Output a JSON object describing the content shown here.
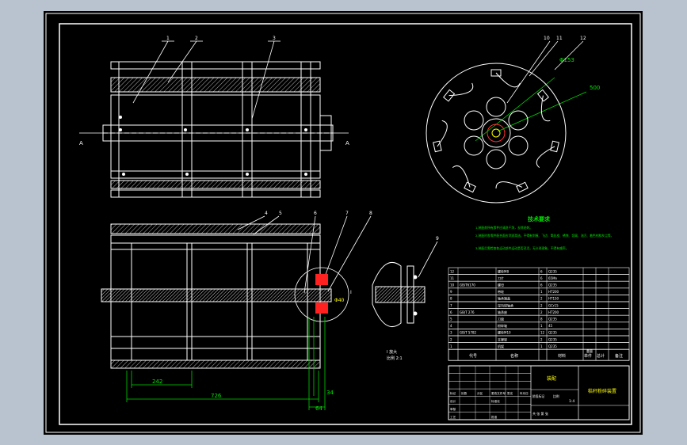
{
  "drawing": {
    "title_cn": "技术要求",
    "requirements": [
      "1.装配前所有零件应清洗干净，去除毛刺。",
      "2.装配时各零件配合面应涂润滑油，不得有划痕、飞边、氧化皮、锈蚀、切屑、油污、着色剂和灰尘等。",
      "3.装配后需检查各运动部件运动是否灵活，无卡滞现象，不得有噪声。"
    ],
    "part_numbers_top": [
      "1",
      "2",
      "3"
    ],
    "part_numbers_bottom": [
      "4",
      "5",
      "6",
      "7",
      "8"
    ],
    "part_number_side": "9",
    "part_numbers_circle": [
      "10",
      "11",
      "12"
    ],
    "dim_phi153": "Φ153",
    "dim_500": "500",
    "dim_phi40": "Φ40",
    "dim_242": "242",
    "dim_726": "726",
    "dim_34": "34",
    "dim_64": "64",
    "section_A_left": "A",
    "section_A_right": "A",
    "section_label_I": "I",
    "detail_label": "I  放大",
    "detail_label2": "比例 2:1",
    "bom_header": {
      "code": "代号",
      "name": "名称",
      "qty": "数量",
      "material": "材料",
      "unit_weight": "单件",
      "total_weight": "总计",
      "remark": "备注",
      "weight_label": "重量"
    },
    "bom_rows": [
      {
        "no": "12",
        "code": "",
        "name": "螺栓M8",
        "qty": "6",
        "mat": "Q235"
      },
      {
        "no": "11",
        "code": "",
        "name": "刀片",
        "qty": "6",
        "mat": "65Mn"
      },
      {
        "no": "10",
        "code": "GB/T6170",
        "name": "螺母",
        "qty": "6",
        "mat": "Q235"
      },
      {
        "no": "9",
        "code": "",
        "name": "带轮",
        "qty": "1",
        "mat": "HT200"
      },
      {
        "no": "8",
        "code": "",
        "name": "轴承端盖",
        "qty": "2",
        "mat": "HT150"
      },
      {
        "no": "7",
        "code": "",
        "name": "深沟球轴承",
        "qty": "2",
        "mat": "GCr15"
      },
      {
        "no": "6",
        "code": "GB/T 276",
        "name": "轴承座",
        "qty": "2",
        "mat": "HT200"
      },
      {
        "no": "5",
        "code": "",
        "name": "刀盘",
        "qty": "8",
        "mat": "Q235"
      },
      {
        "no": "4",
        "code": "",
        "name": "粉碎轴",
        "qty": "1",
        "mat": "45"
      },
      {
        "no": "3",
        "code": "GB/T 5782",
        "name": "螺栓M10",
        "qty": "12",
        "mat": "Q235"
      },
      {
        "no": "2",
        "code": "",
        "name": "支撑架",
        "qty": "2",
        "mat": "Q235"
      },
      {
        "no": "1",
        "code": "",
        "name": "机架",
        "qty": "1",
        "mat": "Q235"
      }
    ],
    "title_block": {
      "assembly_name": "装配",
      "drawing_title": "秸秆粉碎装置",
      "scale_label": "比例",
      "scale": "1:4",
      "sheet": "共  张  第  张",
      "designer": "设计",
      "checker": "审核",
      "approver": "批准",
      "date": "日期",
      "standard": "标准化",
      "process": "工艺",
      "marks": "标记",
      "count": "处数",
      "zone": "分区",
      "doc_no": "更改文件号",
      "signature": "签名",
      "year_month": "年月日",
      "stage": "阶段标记"
    }
  }
}
